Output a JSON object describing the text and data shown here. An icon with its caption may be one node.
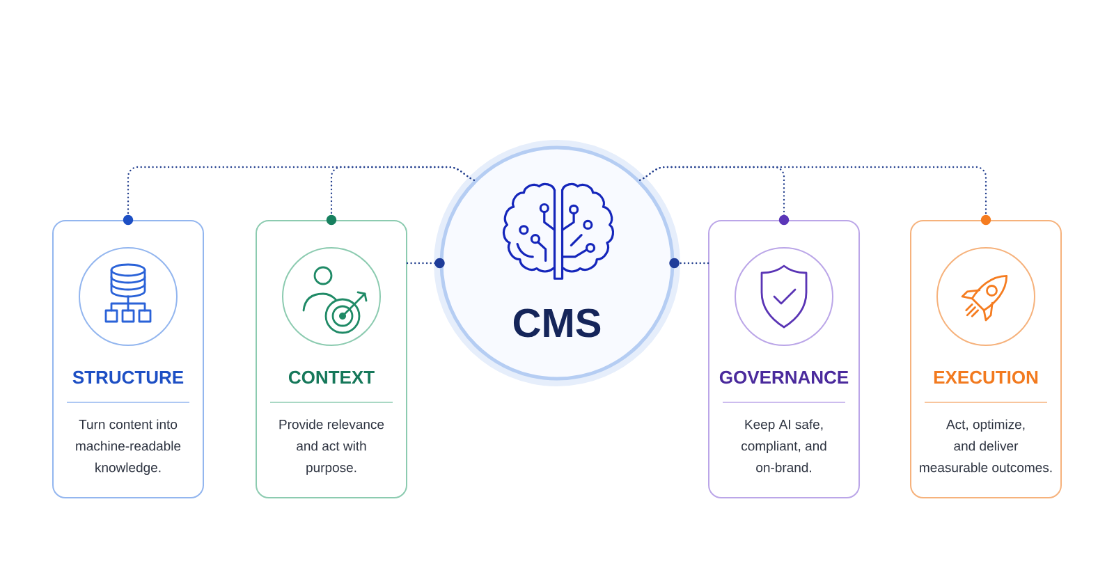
{
  "diagram": {
    "nodes": [
      {
        "text": [
          "STRUCTURE",
          "Turn content into machine-readable knowledge."
        ]
      },
      {
        "text": [
          "CONTEXT",
          "Provide relevance and act with purpose."
        ]
      },
      {
        "text": [
          "CMS"
        ]
      },
      {
        "text": [
          "GOVERNANCE",
          "Keep AI safe, compliant, and on-brand."
        ]
      },
      {
        "text": [
          "EXECUTION",
          "Act, optimize, and deliver measurable outcomes."
        ]
      }
    ],
    "edges": [
      {
        "from": 2,
        "to": 0,
        "arrow": "other",
        "style": "dashed"
      },
      {
        "from": 2,
        "to": 1,
        "arrow": "other",
        "style": "dashed"
      },
      {
        "from": 1,
        "to": 2,
        "arrow": "other",
        "style": "dashed"
      },
      {
        "from": 3,
        "to": 2,
        "arrow": "other",
        "style": "dashed"
      },
      {
        "from": 2,
        "to": 3,
        "arrow": "other",
        "style": "dashed"
      },
      {
        "from": 2,
        "to": 4,
        "arrow": "other",
        "style": "dashed"
      }
    ]
  }
}
